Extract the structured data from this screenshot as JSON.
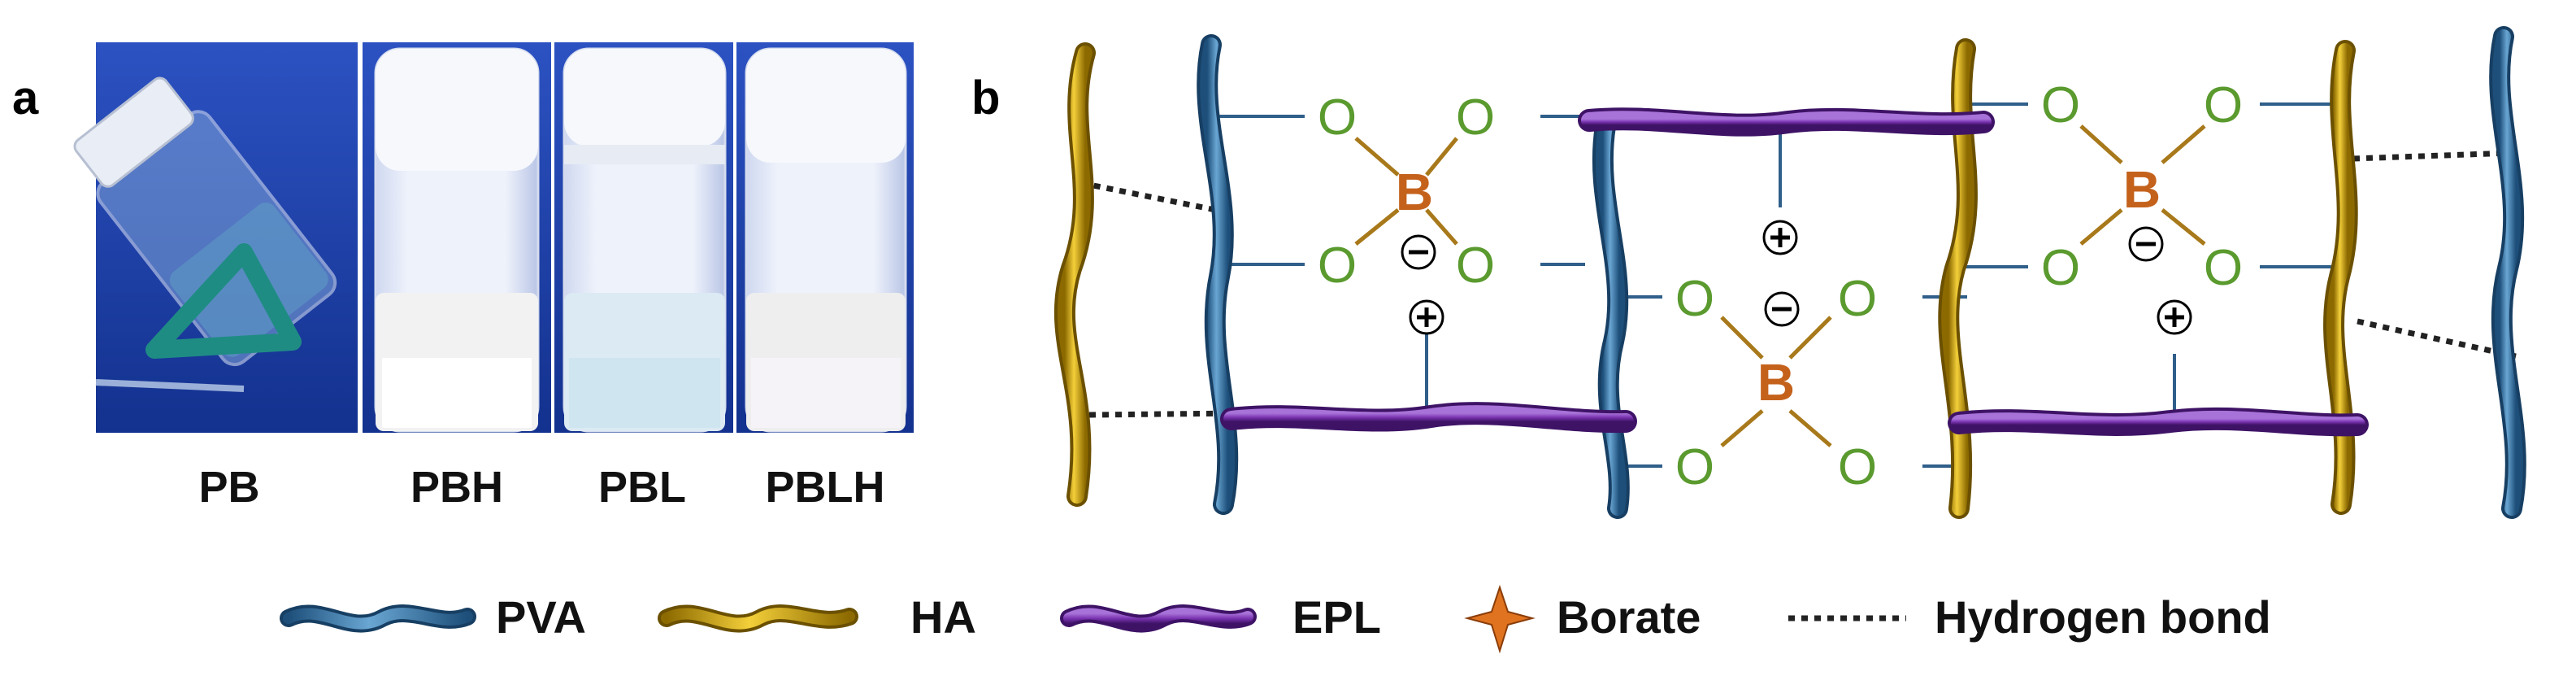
{
  "panel_a": {
    "letter": "a",
    "labels": [
      "PB",
      "PBH",
      "PBL",
      "PBLH"
    ]
  },
  "panel_b": {
    "letter": "b",
    "atom_oxygen": "O",
    "atom_boron": "B",
    "charge_negative": "⊖",
    "charge_positive": "⊕"
  },
  "legend": {
    "pva": "PVA",
    "ha": "HA",
    "epl": "EPL",
    "borate": "Borate",
    "hbond": "Hydrogen bond"
  },
  "colors": {
    "pva": "#3f7fb0",
    "ha": "#d3a516",
    "epl": "#7a33b0",
    "bond": "#2f5f8a",
    "oxygen": "#5a9a2e",
    "boron": "#c4621c",
    "photo_bg": "#1b3ea6"
  }
}
